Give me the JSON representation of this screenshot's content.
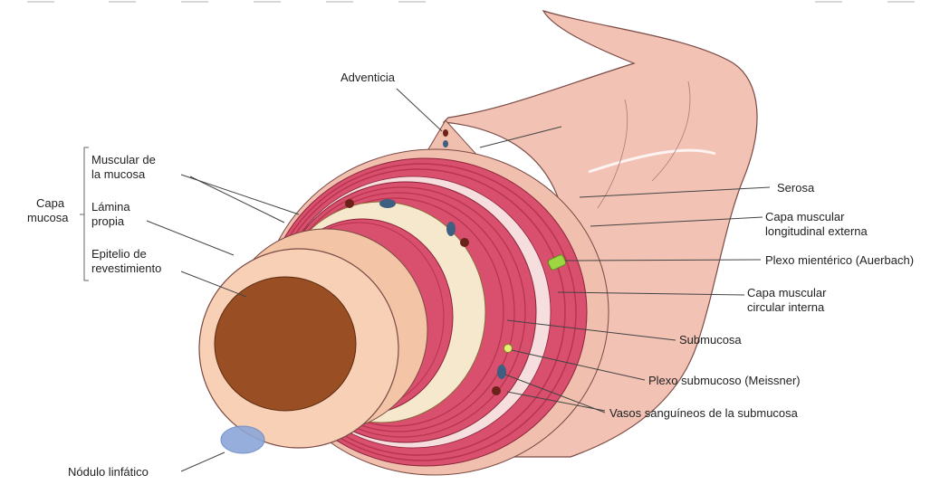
{
  "labels": {
    "adventicia": "Adventicia",
    "muscular_mucosa_1": "Muscular de",
    "muscular_mucosa_2": "la mucosa",
    "capa_mucosa_1": "Capa",
    "capa_mucosa_2": "mucosa",
    "lamina_propia_1": "Lámina",
    "lamina_propia_2": "propia",
    "epitelio_1": "Epitelio de",
    "epitelio_2": "revestimiento",
    "serosa": "Serosa",
    "long_ext_1": "Capa muscular",
    "long_ext_2": "longitudinal externa",
    "auerbach": "Plexo mientérico (Auerbach)",
    "circ_int_1": "Capa muscular",
    "circ_int_2": "circular interna",
    "submucosa": "Submucosa",
    "meissner": "Plexo submucoso (Meissner)",
    "vasos": "Vasos sanguíneos de la submucosa",
    "nodulo": "Nódulo linfático"
  },
  "colors": {
    "lumen": "#9a4e24",
    "mucosa": "#f3c4a6",
    "submucosa": "#f6e8cc",
    "muscle": "#d94f6e",
    "muscle_dark": "#b8344f",
    "serosa": "#f2c2b4",
    "lymph_nodule": "#8ba6d8",
    "vessel_blue": "#3f5f80",
    "vessel_red": "#6b2218",
    "nerve_green": "#9ed642"
  }
}
